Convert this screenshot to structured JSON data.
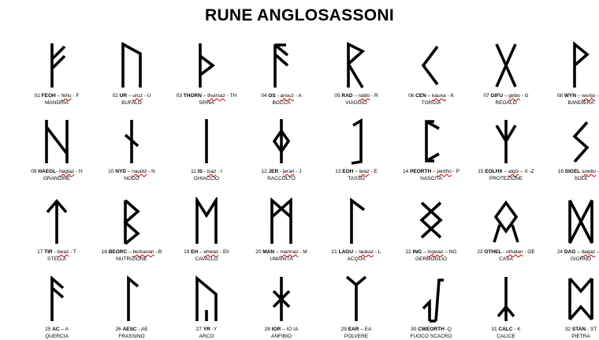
{
  "title": "RUNE ANGLOSASSONI",
  "runes": [
    {
      "num": "01",
      "name": "FEOH",
      "sep": " – ",
      "word": "fehu",
      "tail": " - F",
      "meaning": "MANDRIA",
      "icon": "feoh-rune-icon"
    },
    {
      "num": "02",
      "name": "UR",
      "sep": " – ",
      "word": "uruz",
      "tail": " - U",
      "meaning": "BUFALO",
      "icon": "ur-rune-icon"
    },
    {
      "num": "03",
      "name": "THORN",
      "sep": " – ",
      "word": "thuirsaz",
      "tail": " - TH",
      "meaning": "SPINA",
      "icon": "thorn-rune-icon"
    },
    {
      "num": "04",
      "name": "OS",
      "sep": " - ",
      "word": "ansuz",
      "tail": " - A",
      "meaning": "BOCCA",
      "icon": "os-rune-icon"
    },
    {
      "num": "05",
      "name": "RAD",
      "sep": " – ",
      "word": "raido",
      "tail": " - R",
      "meaning": "VIAGGIO",
      "icon": "rad-rune-icon"
    },
    {
      "num": "06",
      "name": "CEN",
      "sep": " – ",
      "word": "kauna",
      "tail": " - K",
      "meaning": "TORCIA",
      "icon": "cen-rune-icon"
    },
    {
      "num": "07",
      "name": "GIFU",
      "sep": " – ",
      "word": "gebo",
      "tail": " - G",
      "meaning": "REGALO",
      "icon": "gifu-rune-icon"
    },
    {
      "num": "08",
      "name": "WYN",
      "sep": " – ",
      "word": "wunjo",
      "tail": " - W",
      "meaning": "BANDIERA",
      "icon": "wyn-rune-icon"
    },
    {
      "num": "09",
      "name": "HAEGL",
      "sep": "- ",
      "word": "haglaz",
      "tail": " - H",
      "meaning": "GRANDINE",
      "icon": "haegl-rune-icon"
    },
    {
      "num": "10",
      "name": "NYD",
      "sep": " – ",
      "word": "naudiz",
      "tail": " - N",
      "meaning": "NODO",
      "icon": "nyd-rune-icon"
    },
    {
      "num": "11",
      "name": "IS",
      "sep": " - ",
      "word": "isaz",
      "tail": " - I",
      "meaning": "GHIACCIO",
      "icon": "is-rune-icon"
    },
    {
      "num": "12",
      "name": "JER",
      "sep": " - ",
      "word": "jeran",
      "tail": " - J",
      "meaning": "RACCOLTO",
      "icon": "jer-rune-icon"
    },
    {
      "num": "13",
      "name": "EOH",
      "sep": " – ",
      "word": "iwaz",
      "tail": " - E",
      "meaning": "TASSO",
      "icon": "eoh-rune-icon"
    },
    {
      "num": "14",
      "name": "PEORTH",
      "sep": " – ",
      "word": "pertho",
      "tail": " - P",
      "meaning": "NASCITA",
      "icon": "peorth-rune-icon"
    },
    {
      "num": "15",
      "name": "EOLHX",
      "sep": " – ",
      "word": "algiz",
      "tail": " – X -Z",
      "meaning": "PROTEZIONE",
      "icon": "eolhx-rune-icon"
    },
    {
      "num": "16",
      "name": "SIGEL",
      "sep": " ",
      "word": "sowilo",
      "tail": " - S",
      "meaning": "SOLE",
      "icon": "sigel-rune-icon"
    },
    {
      "num": "17",
      "name": "TIR",
      "sep": " - ",
      "word": "tiwaz",
      "tail": " - T",
      "meaning": "STELLA",
      "icon": "tir-rune-icon"
    },
    {
      "num": "18",
      "name": "BEORC",
      "sep": " – ",
      "word": "berkanan",
      "tail": " –B",
      "meaning": "NUTRIZIONE",
      "icon": "beorc-rune-icon"
    },
    {
      "num": "19",
      "name": "EH",
      "sep": " – ",
      "word": "ehwaz",
      "tail": " - Eh",
      "meaning": "CAVALLO",
      "icon": "eh-rune-icon"
    },
    {
      "num": "20",
      "name": "MAN",
      "sep": " – ",
      "word": "mannaz",
      "tail": " - M",
      "meaning": "UMANITÀ",
      "icon": "man-rune-icon"
    },
    {
      "num": "21",
      "name": "LAGU",
      "sep": " – ",
      "word": "laukaz",
      "tail": " - L",
      "meaning": "ACQUA",
      "icon": "lagu-rune-icon"
    },
    {
      "num": "22",
      "name": "ING",
      "sep": " – ",
      "word": "ingwaz",
      "tail": " – NG",
      "meaning": "GERMOGLIO",
      "icon": "ing-rune-icon"
    },
    {
      "num": "23",
      "name": "OTHEL",
      "sep": " - ",
      "word": "othalan",
      "tail": " - OE",
      "meaning": "CASA",
      "icon": "othel-rune-icon"
    },
    {
      "num": "24",
      "name": "DAG",
      "sep": " – ",
      "word": "dagaz",
      "tail": " – D",
      "meaning": "GIORNO",
      "icon": "dag-rune-icon"
    },
    {
      "num": "25",
      "name": "AC",
      "sep": " – ",
      "word": "",
      "tail": "A",
      "meaning": "QUERCIA",
      "icon": "ac-rune-icon"
    },
    {
      "num": "26",
      "name": "AESC",
      "sep": " - ",
      "word": "",
      "tail": "AE",
      "meaning": "FRASSINO",
      "icon": "aesc-rune-icon"
    },
    {
      "num": "27",
      "name": "YR",
      "sep": " -",
      "word": "",
      "tail": "Y",
      "meaning": "ARCO",
      "icon": "yr-rune-icon"
    },
    {
      "num": "28",
      "name": "IOR",
      "sep": " – ",
      "word": "",
      "tail": "IO IA",
      "meaning": "ANFIBIO",
      "icon": "ior-rune-icon"
    },
    {
      "num": "29",
      "name": "EAR",
      "sep": " – ",
      "word": "",
      "tail": "EA",
      "meaning": "POLVERE",
      "icon": "ear-rune-icon"
    },
    {
      "num": "30",
      "name": "CWEORTH",
      "sep": " -",
      "word": "",
      "tail": "Q",
      "meaning": "FUOCO SCACRO",
      "icon": "cweorth-rune-icon"
    },
    {
      "num": "31",
      "name": "CALC",
      "sep": " - ",
      "word": "",
      "tail": "K",
      "meaning": "CALICE",
      "icon": "calc-rune-icon"
    },
    {
      "num": "32",
      "name": "STAN",
      "sep": " - ",
      "word": "",
      "tail": "ST",
      "meaning": "PIETRA",
      "icon": "stan-rune-icon"
    }
  ]
}
